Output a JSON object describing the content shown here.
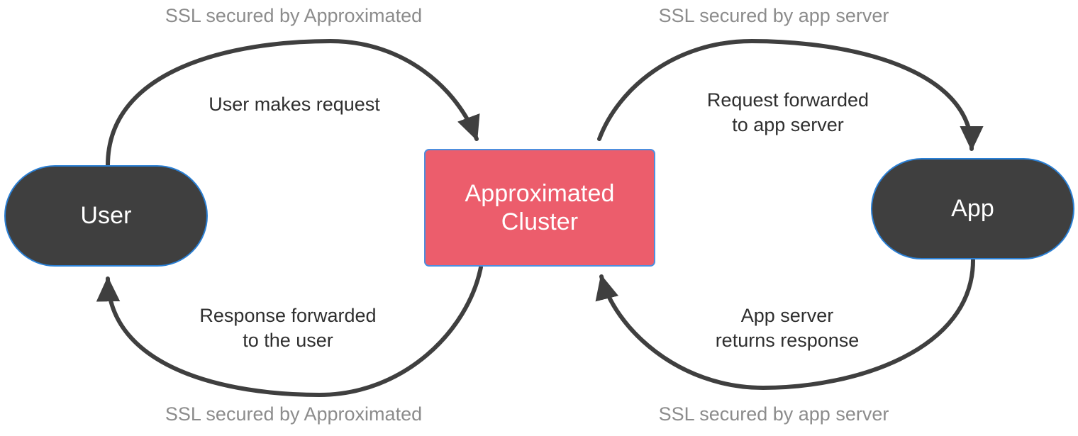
{
  "diagram": {
    "type": "flow-diagram",
    "background_color": "#ffffff",
    "nodes": [
      {
        "id": "user",
        "label": "User",
        "shape": "stadium",
        "fill_color": "#3f3f3f",
        "border_color": "#2a7fd4",
        "text_color": "#ffffff"
      },
      {
        "id": "cluster",
        "label": "Approximated\nCluster",
        "shape": "rounded-rectangle",
        "fill_color": "#ec5d6c",
        "border_color": "#4e8ede",
        "text_color": "#ffffff"
      },
      {
        "id": "app",
        "label": "App",
        "shape": "stadium",
        "fill_color": "#3f3f3f",
        "border_color": "#2a7fd4",
        "text_color": "#ffffff"
      }
    ],
    "edges": [
      {
        "id": "user-to-cluster",
        "from": "user",
        "to": "cluster",
        "label": "User makes request",
        "direction": "left-to-right",
        "color": "#3f3f3f"
      },
      {
        "id": "cluster-to-app",
        "from": "cluster",
        "to": "app",
        "label": "Request forwarded\nto app server",
        "direction": "left-to-right",
        "color": "#3f3f3f"
      },
      {
        "id": "cluster-to-user",
        "from": "cluster",
        "to": "user",
        "label": "Response forwarded\nto the user",
        "direction": "right-to-left",
        "color": "#3f3f3f"
      },
      {
        "id": "app-to-cluster",
        "from": "app",
        "to": "cluster",
        "label": "App server\nreturns response",
        "direction": "right-to-left",
        "color": "#3f3f3f"
      }
    ],
    "zone_labels": [
      {
        "id": "top-left",
        "text": "SSL secured by Approximated",
        "color": "#8c8c8c",
        "position": "top-left"
      },
      {
        "id": "top-right",
        "text": "SSL secured by app server",
        "color": "#8c8c8c",
        "position": "top-right"
      },
      {
        "id": "bottom-left",
        "text": "SSL secured by Approximated",
        "color": "#8c8c8c",
        "position": "bottom-left"
      },
      {
        "id": "bottom-right",
        "text": "SSL secured by app server",
        "color": "#8c8c8c",
        "position": "bottom-right"
      }
    ]
  }
}
